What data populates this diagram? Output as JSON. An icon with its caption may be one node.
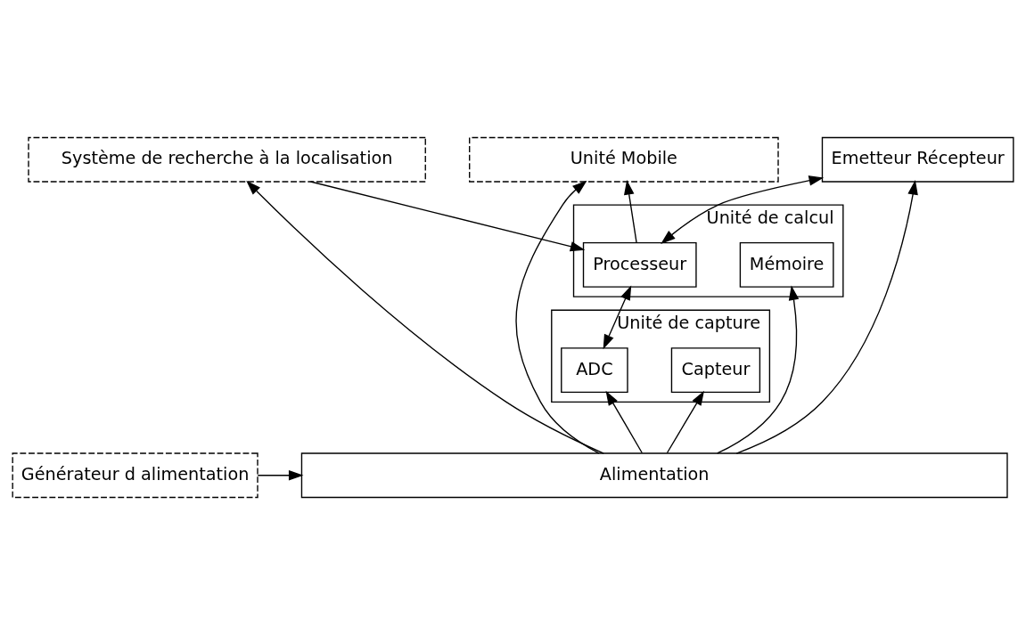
{
  "diagram": {
    "nodes": [
      {
        "text": [
          "Système de recherche à la localisation"
        ]
      },
      {
        "text": [
          "Unité Mobile"
        ]
      },
      {
        "text": [
          "Unité de capture"
        ]
      },
      {
        "text": [
          "Capteur"
        ],
        "in": 2
      },
      {
        "text": [
          "ADC"
        ],
        "in": 2
      },
      {
        "text": [
          "Unité de calcul"
        ]
      },
      {
        "text": [
          "Processeur"
        ],
        "in": 5
      },
      {
        "text": [
          "Mémoire"
        ],
        "in": 5
      },
      {
        "text": [
          "Emetteur Récepteur"
        ]
      },
      {
        "text": [
          "Alimentation"
        ]
      },
      {
        "text": [
          "Générateur d alimentation"
        ]
      }
    ],
    "edges": [
      {
        "from": 9,
        "to": 0,
        "arrow": "to"
      },
      {
        "from": 0,
        "to": 6,
        "arrow": "to"
      },
      {
        "from": 6,
        "to": 1,
        "arrow": "to"
      },
      {
        "from": 9,
        "to": 1,
        "arrow": "to"
      },
      {
        "from": 4,
        "to": 6,
        "arrow": "both"
      },
      {
        "from": 6,
        "to": 8,
        "arrow": "both"
      },
      {
        "from": 9,
        "to": 3,
        "arrow": "to"
      },
      {
        "from": 9,
        "to": 4,
        "arrow": "to"
      },
      {
        "from": 9,
        "to": 7,
        "arrow": "to"
      },
      {
        "from": 9,
        "to": 8,
        "arrow": "to"
      },
      {
        "from": 10,
        "to": 9,
        "arrow": "to"
      }
    ]
  }
}
